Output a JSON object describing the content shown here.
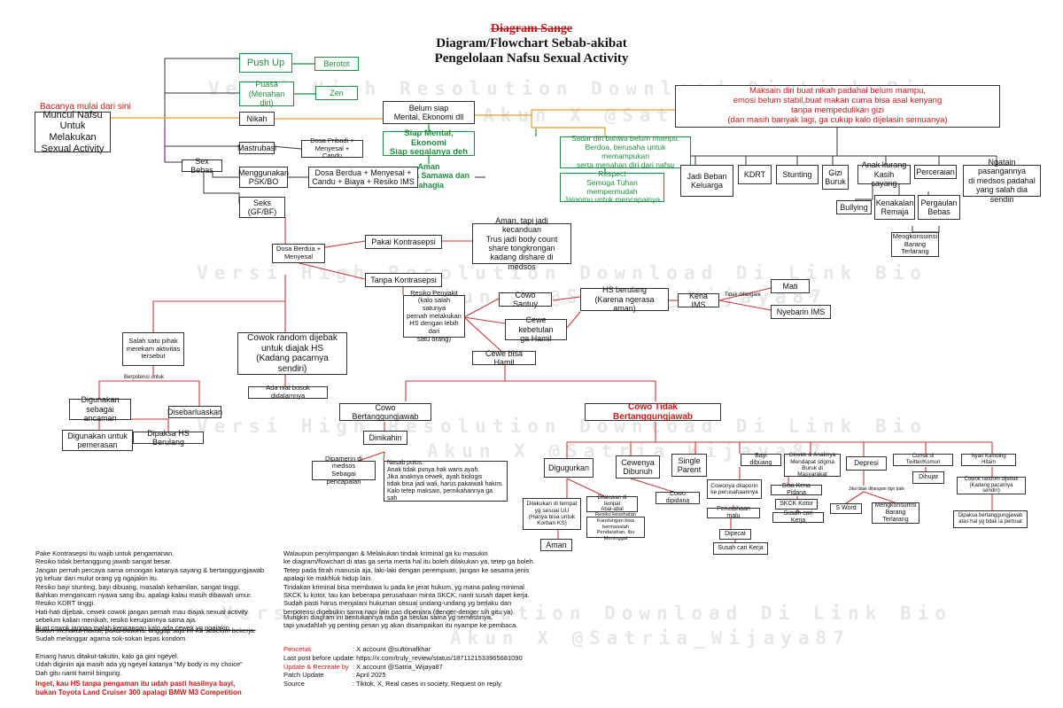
{
  "title": {
    "strike": "Diagram Sange",
    "line1": "Diagram/Flowchart Sebab-akibat",
    "line2": "Pengelolaan Nafsu Sexual Activity"
  },
  "watermark": {
    "line1": "Versi High Resolution Download Di Link Bio",
    "line2": "Akun X @Satria_Wijaya87"
  },
  "start": {
    "hint": "Bacanya mulai dari sini",
    "label": "Muncul Nafsu\nUntuk Melakukan\nSexual Activity"
  },
  "nodes": {
    "pushup": "Push Up",
    "berotot": "Berotot",
    "puasa": "Puasa\n(Menahan diri)",
    "zen": "Zen",
    "nikah": "Nikah",
    "belum_siap": "Belum siap\nMental, Ekonomi dll",
    "siap": "Siap Mental, Ekonomi\nSiap segalanya deh",
    "aman_samawa": "Aman\nSemoga Samawa dan bahagia",
    "maksain": "Maksain diri buat nikah padahal belum mampu,\nemosi belum stabil,buat makan cuma bisa asal kenyang\ntanpa mempedulikan gizi\n(dan masih banyak lagi, ga cukup kalo dijelasin semuanya)",
    "sadar": "Sadar diri bahwa belum mampu.\nBerdoa, berusaha untuk memampukan\nserta menahan diri dari nafsu",
    "respect": "Respect\nSemoga Tuhan mempermudah\nJalanmu untuk mencapainya",
    "beban": "Jadi Beban\nKeluarga",
    "kdrt": "KDRT",
    "stunting": "Stunting",
    "gizi": "Gizi\nBuruk",
    "kasih": "Anak kurang\nKasih sayang",
    "cerai": "Perceraian",
    "ngatain": "Ngatain pasangannya\ndi medsos padahal\nyang salah dia sendiri",
    "bullying": "Bullying",
    "kenakalan": "Kenakalan\nRemaja",
    "pergaulan": "Pergaulan\nBebas",
    "konsumsi1": "Mengkonsumsi\nBarang\nTerlarang",
    "mastrubasi": "Mastrubasi",
    "dosa_pribadi": "Dosa Pribadi +\nMenyesal + Candu",
    "sexbebas": "Sex Bebas",
    "psk": "Menggunakan\nPSK/BO",
    "dosa_psk": "Dosa Berdua + Menyesal +\nCandu + Biaya + Resiko IMS",
    "seks": "Seks\n(GF/BF)",
    "dosa_berdua": "Dosa Berdua +\nMenyesal",
    "pakai_k": "Pakai Kontrasepsi",
    "aman_candu": "Aman, tapi jadi kecanduan\nTrus jadi body count\nshare tongkrongan\nkadang dishare di medsos",
    "tanpa_k": "Tanpa Kontrasepsi",
    "resiko": "Resiko Penyakit\n(kalo salah satunya\npernah melakukan\nHS dengan lebih dari\nsatu orang)",
    "cowo_santuy": "Cowo Santuy",
    "cewe_kebetulan": "Cewe kebetulan\nga Hamil",
    "hs_berulang": "HS berulang\n(Karena ngerasa aman)",
    "kena_ims": "Kena IMS",
    "tidak_ditangani": "Tidak ditangani",
    "mati": "Mati",
    "nyebarin": "Nyebarin IMS",
    "cewe_hamil": "Cewe bisa Hamil",
    "salah_satu": "Salah satu pihak\nmerekam aktivitas\ntersebut",
    "berpotensi": "Berpotensi untuk",
    "ancaman": "Digunakan sebagai\nancaman",
    "disebar": "Disebarluaskan",
    "pemerasan": "Digunakan untuk\npemerasan",
    "dipaksa_hs": "Dipaksa HS Berulang",
    "cowok_random": "Cowok random dijebak\nuntuk diajak HS\n(Kadang pacarnya sendiri)",
    "niat_busuk": "Ada niat busuk didalamnya",
    "cowo_tj": "Cowo Bertanggungjawab",
    "dinikahin": "Dinikahin",
    "dipamerin": "Dipamerin di medsos\nSebagai pencapaian",
    "nasab": "Nasab putus.\nAnak tidak punya hak waris ayah.\nJika anaknya cewek, ayah biologis\ntidak bisa jadi wali, harus pakaiwali hakim.\nKalo tetep maksain, pernikahannya ga sah",
    "cowo_ttj": "Cowo Tidak Bertanggungjawab",
    "digugurkan": "Digugurkan",
    "dilakukan_uu": "Dilakukan di tempat\nyg sesuai UU\n(Hanya bisa untuk\nKorban KS)",
    "aman2": "Aman",
    "abal": "Dilakukan di tempat\nAbal-abal",
    "resiko_kes": "Resiko kesehatan\nKandungan bisa bermasalah\nPendarahan, Ibu Meninggal",
    "dibunuh": "Cewenya\nDibunuh",
    "dipidana": "Cowo dipidana",
    "single": "Single\nParent",
    "dilaporin": "Cowonya dilaporin\nke perusahaannya",
    "malu": "Perusahaan malu",
    "dipecat": "Dipecat",
    "susah1": "Susah cari Kerja",
    "dibuang": "Bayi dibuang",
    "pidana": "Bisa Kena Pidana",
    "skck": "SKCK Kotor",
    "susah2": "Susah cari Kerja",
    "stigma": "Cewek & Anaknya\nMendapat stigma\nBuruk di Masyarakat",
    "depresi": "Depresi",
    "jika_dengan": "Jika tidak ditangani dgn baik",
    "sword": "S Word",
    "konsumsi2": "Mengkonsumsi\nBarang\nTerlarang",
    "curhat": "Curhat di Twitter/Komuri",
    "dihujat": "Dihujat",
    "kambing": "Nyari Kambing Hitam",
    "cowok_random2": "Cowok random dijebak\n(Kadang pacarnya sendiri)",
    "dipaksa_tj": "Dipaksa bertanggungjawab\natas hal yg tidak ia perbuat"
  },
  "notes": {
    "left1": "Pake Kontrasepsi itu wajib untuk pengamanan.\nResiko tidak bertanggung jawab sangat besar.\nJangan pernah percaya sama omongan katanya sayang & bertanggungjawab\nyg keluar dari mulut orang yg ngajakin itu.\nResiko bayi stunting, bayi dibuang, masalah kehamilan, sangat tinggi.\nBahkan mengancam nyawa sang ibu, apalagi kalau masih dibawah umur.\nResiko KDRT tinggi.\nHati-hati dijebak, cewek cowok jangan pernah mau diajak sexual activity\nsebelum kalian menikah, resiko kerugiannya sama aja.\nBuat cowok jangan malah kegirangan kalo ada cewek yg ngajakin.",
    "left_strike": "Bukan menakut-nakuti, pakai otakmu. anggap saja ini K3 sebelum bekerja.",
    "left2": "Sudah melanggar agama sok-sokan lepas kondom",
    "left3": "Emang harus ditakut-takutin, kalo ga gini ngeyel.\nUdah diginiin aja masih ada yg ngeyel katanya \"My body is my choice\"\nDah gitu nanti hamil bingung.",
    "left_red": "Inget, kau HS tanpa pengaman itu udah pasti hasilnya bayi,\nbukan Toyota Land Cruiser 300 apalagi BMW M3 Competition",
    "mid1": "Walaupun penyimpangan & Melakukan tindak kriminal ga ku masukin\nke diagram/flowchart di atas ga serta merta hal itu boleh dilakukan ya, tetep ga boleh.\nTetep pada fitrah manusia aja, laki-laki dengan perempuan, jangan ke sesama jenis\napalagi ke makhluk hidup lain.\nTindakan kriminal bisa membawa lu pada ke jerat hukum, yg mana paling minimal\nSKCK lu kotor, tau kan beberapa perusahaan minta SKCK, nanti susah dapet kerja.\nSudah pasti harus menjalani hukuman sesuai undang-undang yg berlaku dan\nberpotensi digebukin sama napi lain pas dipenjara (denger-denger sih gitu ya).",
    "mid2": "Mungkin diagram ini bentukannya rada ga sesuai sama yg semestinya,\ntapi yaudahlah yg penting pesan yg akan disampaikan itu nyampe ke pembaca."
  },
  "credits": [
    {
      "k": "Pencetus",
      "v": ": X account @sultonafkhar",
      "red": true
    },
    {
      "k": "Last post before update",
      "v": ": https://x.com/truly_review/status/1871121533965681090",
      "red": false
    },
    {
      "k": "Update & Recreate by",
      "v": ": X account @Satria_Wijaya87",
      "red": true
    },
    {
      "k": "Patch Update",
      "v": ": April 2025",
      "red": false
    },
    {
      "k": "Source",
      "v": ": Tiktok, X, Real cases in society, Request on reply",
      "red": false
    }
  ],
  "colors": {
    "green": "#1d8f3e",
    "red": "#d01818",
    "orange": "#e99a2c",
    "purple": "#7a2f86",
    "black": "#333333"
  }
}
